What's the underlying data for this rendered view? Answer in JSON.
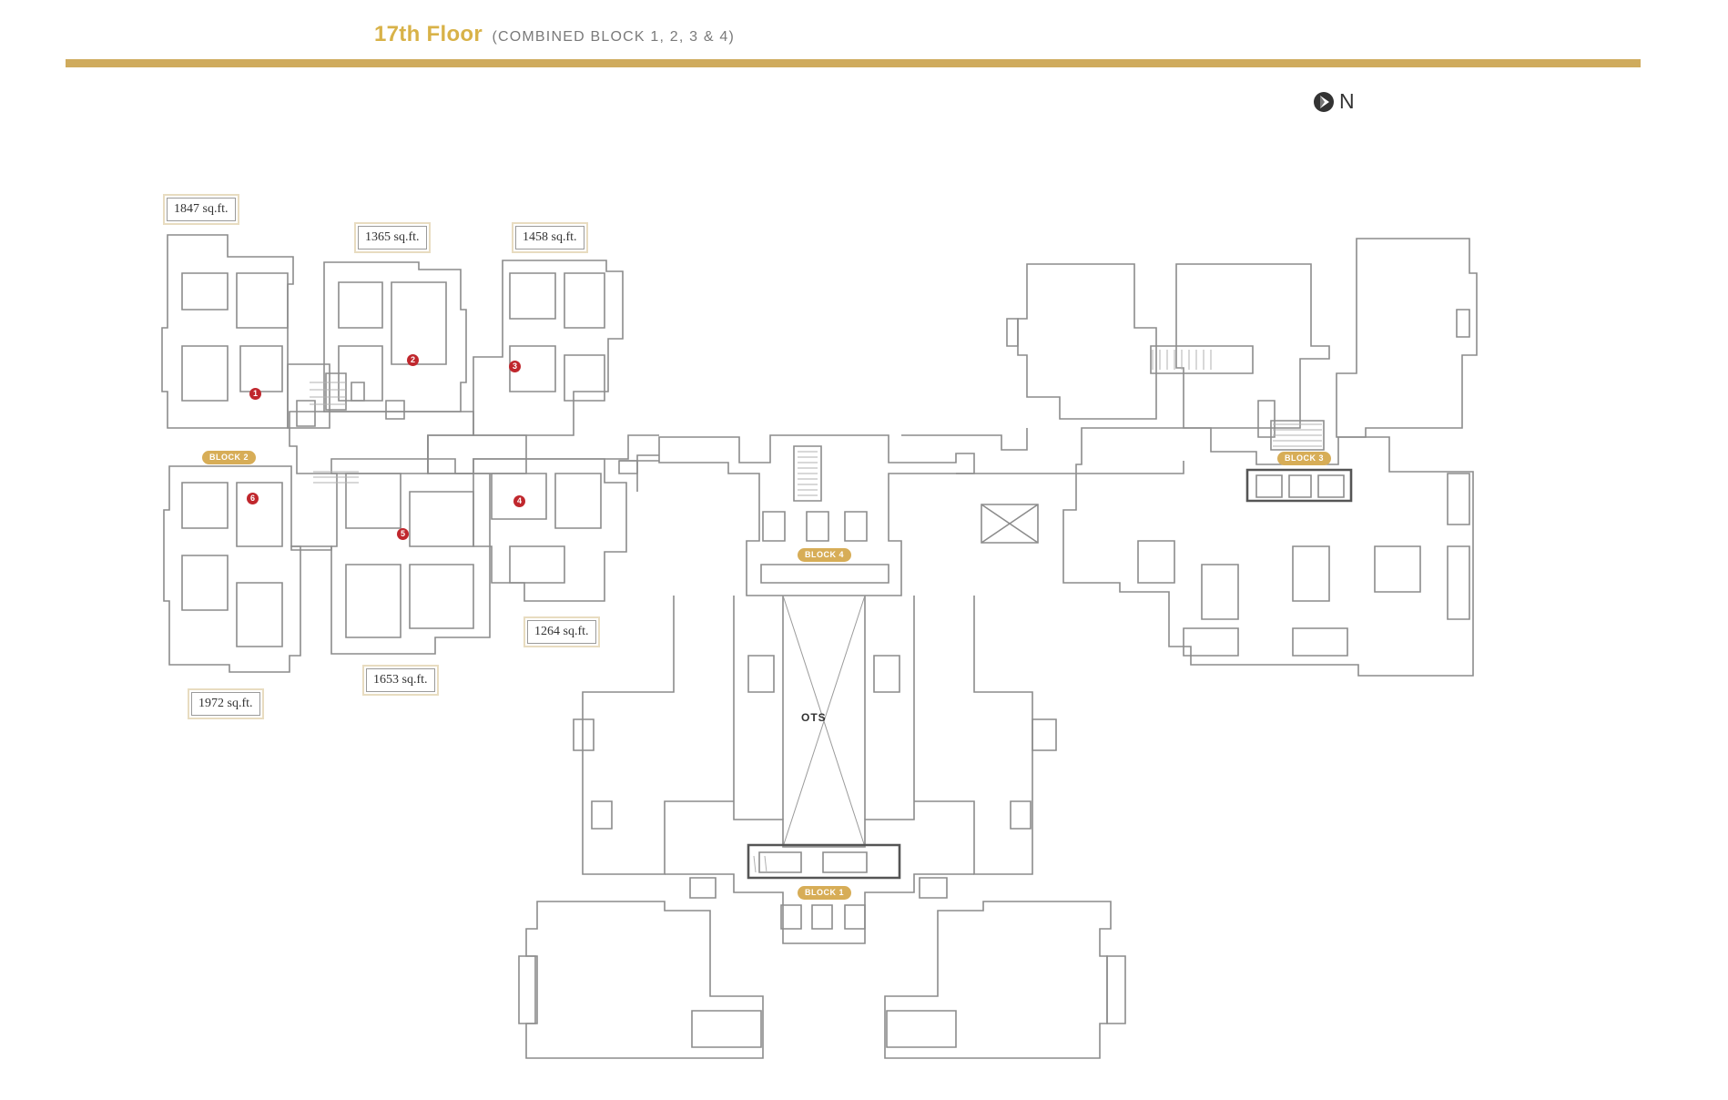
{
  "header": {
    "title": "17th Floor",
    "subtitle": "(COMBINED BLOCK 1, 2, 3 & 4)"
  },
  "compass": {
    "label": "N",
    "icon": "north-arrow-icon"
  },
  "area_labels": [
    "1847 sq.ft.",
    "1365 sq.ft.",
    "1458 sq.ft.",
    "1264 sq.ft.",
    "1653 sq.ft.",
    "1972 sq.ft."
  ],
  "block_tags": [
    "BLOCK 2",
    "BLOCK 4",
    "BLOCK 3",
    "BLOCK 1"
  ],
  "unit_markers": [
    "1",
    "2",
    "3",
    "4",
    "5",
    "6"
  ],
  "center_label": "OTS",
  "colors": {
    "title": "#d8b248",
    "rule": "#cfab5d",
    "block_tag": "#d7ad57",
    "unit_marker": "#c0272d",
    "wall": "#8c8c8c"
  }
}
